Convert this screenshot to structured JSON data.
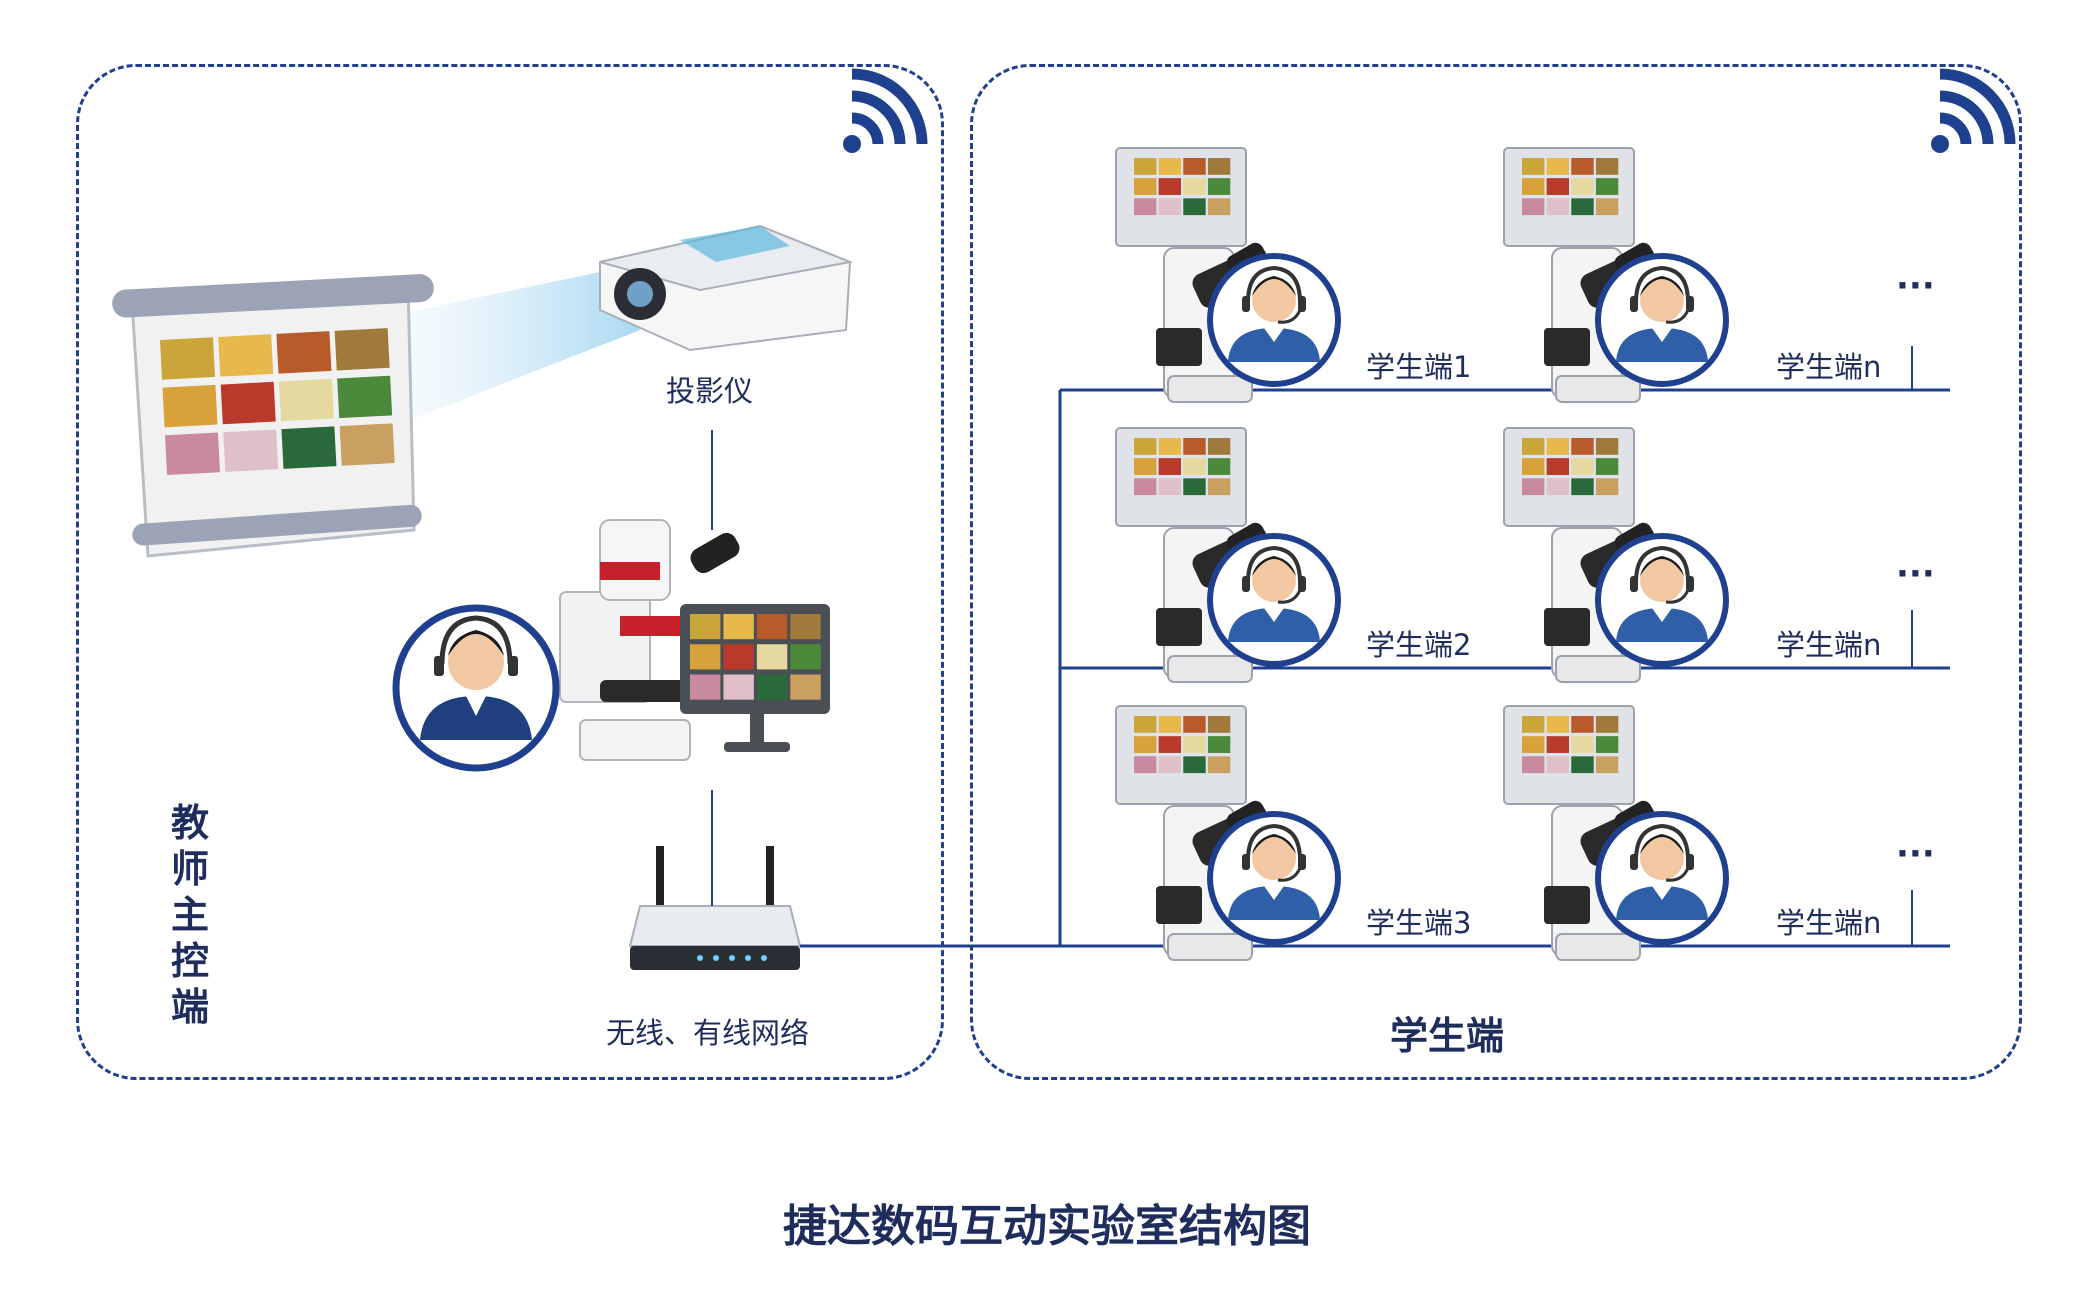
{
  "diagram": {
    "title": "捷达数码互动实验室结构图",
    "teacher_section": {
      "label_chars": [
        "教",
        "师",
        "主",
        "控",
        "端"
      ],
      "projector_label": "投影仪",
      "network_label": "无线、有线网络"
    },
    "student_section": {
      "label": "学生端",
      "rows": [
        {
          "first": "学生端1",
          "last": "学生端n",
          "more": "···"
        },
        {
          "first": "学生端2",
          "last": "学生端n",
          "more": "···"
        },
        {
          "first": "学生端3",
          "last": "学生端n",
          "more": "···"
        }
      ]
    },
    "colors": {
      "accent": "#1f3f8f",
      "text": "#1f2d5c",
      "person": "#2f5fa8"
    },
    "icons": [
      "wifi-icon",
      "projector-icon",
      "screen-icon",
      "microscope-icon",
      "monitor-icon",
      "router-icon",
      "headset-user-icon"
    ]
  }
}
